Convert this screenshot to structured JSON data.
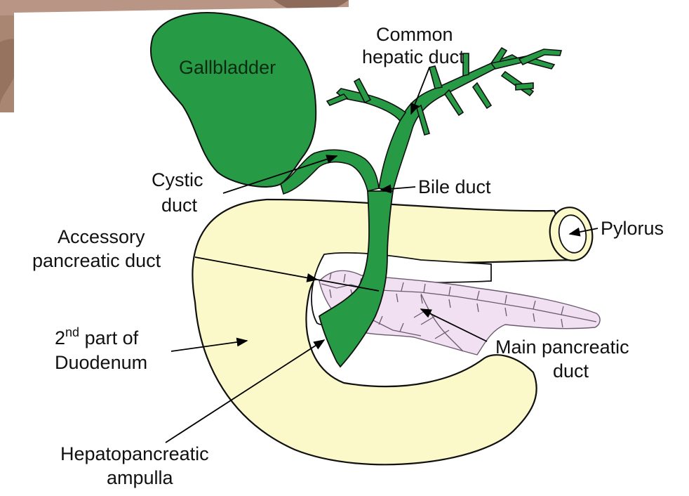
{
  "colors": {
    "background": "#ffffff",
    "bile_green": "#279a45",
    "duodenum_fill": "#fbf9c9",
    "pancreas_fill": "#f1e0f2",
    "outline": "#111111",
    "photo_corner": "#a98672"
  },
  "labels": {
    "gallbladder": "Gallbladder",
    "common_hepatic_duct": [
      "Common",
      "hepatic duct"
    ],
    "cystic_duct": [
      "Cystic",
      "duct"
    ],
    "bile_duct": "Bile duct",
    "pylorus": "Pylorus",
    "accessory_pancreatic_duct": [
      "Accessory",
      "pancreatic duct"
    ],
    "duodenum": {
      "ordinal": "2",
      "superscript": "nd",
      "line1_rest": " part of",
      "line2": "Duodenum"
    },
    "main_pancreatic_duct": [
      "Main pancreatic",
      "duct"
    ],
    "hepatopancreatic_ampulla": [
      "Hepatopancreatic",
      "ampulla"
    ]
  }
}
